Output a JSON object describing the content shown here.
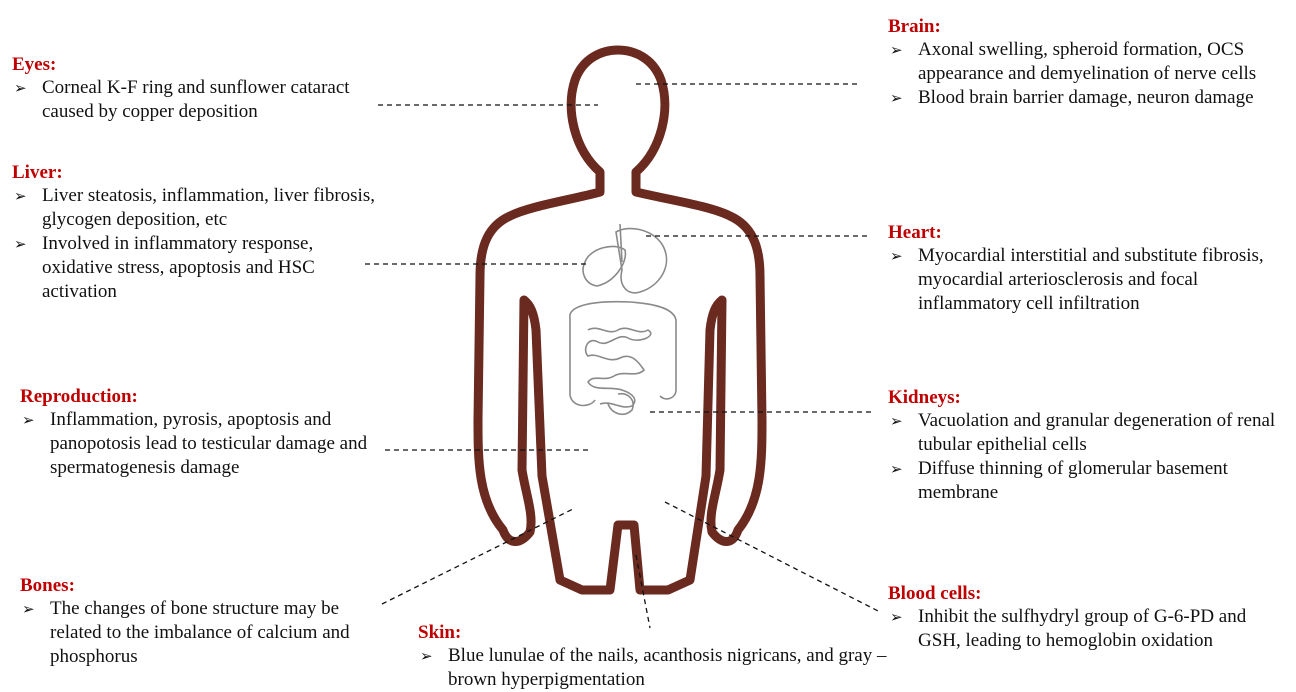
{
  "bullet_icon": "arrowhead-bullet-icon",
  "colors": {
    "heading": "#c00000",
    "body_outline": "#6b2a1f",
    "leader_line": "#111111"
  },
  "sections": {
    "eyes": {
      "title": "Eyes:",
      "items": [
        "Corneal K-F ring and sunflower cataract caused by copper deposition"
      ]
    },
    "liver": {
      "title": "Liver:",
      "items": [
        "Liver steatosis, inflammation, liver fibrosis, glycogen deposition, etc",
        "Involved in inflammatory response, oxidative stress, apoptosis and HSC activation"
      ]
    },
    "reproduction": {
      "title": "Reproduction:",
      "items": [
        "Inflammation, pyrosis, apoptosis and panopotosis lead to testicular damage and spermatogenesis damage"
      ]
    },
    "bones": {
      "title": "Bones:",
      "items": [
        "The changes of bone structure may be related to the imbalance of calcium and phosphorus"
      ]
    },
    "skin": {
      "title": "Skin:",
      "items": [
        "Blue lunulae of the nails, acanthosis nigricans, and gray – brown hyperpigmentation"
      ]
    },
    "brain": {
      "title": "Brain:",
      "items": [
        "Axonal swelling, spheroid formation, OCS appearance and demyelination of nerve cells",
        "Blood brain barrier damage, neuron damage"
      ]
    },
    "heart": {
      "title": "Heart:",
      "items": [
        "Myocardial interstitial and substitute fibrosis, myocardial arteriosclerosis and focal inflammatory cell infiltration"
      ]
    },
    "kidneys": {
      "title": "Kidneys:",
      "items": [
        "Vacuolation and granular degeneration of renal tubular epithelial cells",
        "Diffuse thinning of glomerular basement membrane"
      ]
    },
    "blood": {
      "title": "Blood cells:",
      "items": [
        "Inhibit the sulfhydryl group of G-6-PD and GSH, leading to hemoglobin oxidation"
      ]
    }
  }
}
